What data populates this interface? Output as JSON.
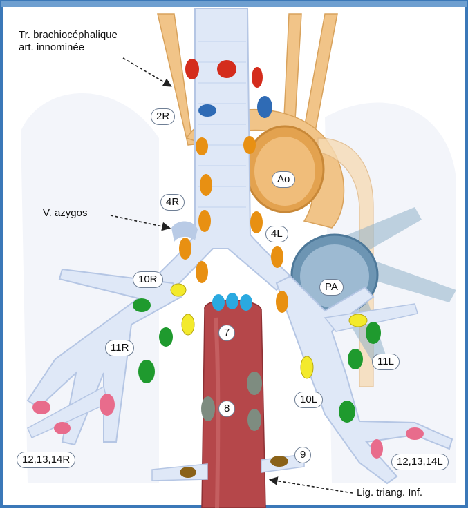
{
  "labels": {
    "brachio_line1": "Tr. brachiocéphalique",
    "brachio_line2": "art. innominée",
    "azygos": "V. azygos",
    "lig": "Lig. triang. Inf."
  },
  "stations": {
    "s2R": "2R",
    "s4R": "4R",
    "s4L": "4L",
    "s10R": "10R",
    "s11R": "11R",
    "s7": "7",
    "s8": "8",
    "s9": "9",
    "s10L": "10L",
    "s11L": "11L",
    "s12R": "12,13,14R",
    "s12L": "12,13,14L"
  },
  "vessels": {
    "ao": "Ao",
    "pa": "PA"
  },
  "colors": {
    "frame": "#3b78b8",
    "airway": "#dfe8f7",
    "airway_edge": "#b5c6e4",
    "aorta": "#f1c488",
    "aorta_dark": "#d8a25c",
    "pulmonary": "#8fb0c9",
    "esophagus": "#b5474a",
    "node_red": "#d42c1c",
    "node_blue": "#2f6bb5",
    "node_orange": "#e89012",
    "node_cyan": "#2aa9e0",
    "node_yellow": "#f3ea2c",
    "node_green": "#1f9a2e",
    "node_pink": "#e86c8c",
    "node_gray": "#7e8c80",
    "node_brown": "#8a6218"
  }
}
